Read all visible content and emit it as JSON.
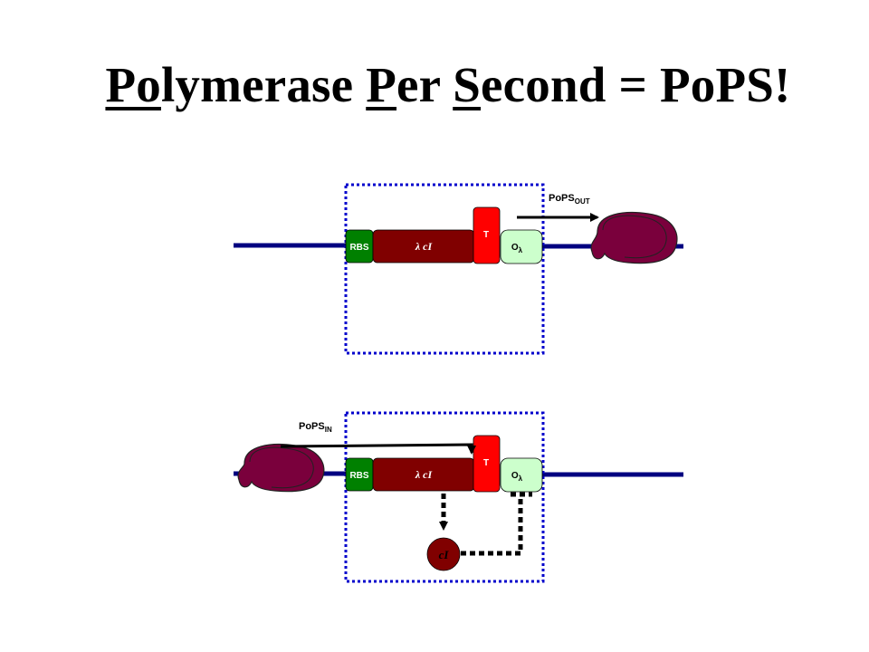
{
  "title": {
    "part1": "Po",
    "part2": "lymerase ",
    "part3": "P",
    "part4": "er ",
    "part5": "S",
    "part6": "econd = PoPS!"
  },
  "top_device": {
    "rbs_label": "RBS",
    "gene_label": "λ cI",
    "terminator_label": "T",
    "operator_label": "O",
    "operator_sub": "λ",
    "pops_label": "PoPS",
    "pops_sub": "OUT"
  },
  "bottom_device": {
    "rbs_label": "RBS",
    "gene_label": "λ cI",
    "terminator_label": "T",
    "operator_label": "O",
    "operator_sub": "λ",
    "pops_label": "PoPS",
    "pops_sub": "IN",
    "protein_label": "cI"
  },
  "colors": {
    "dna": "#000080",
    "rbs": "#008000",
    "gene": "#800000",
    "terminator": "#ff0000",
    "operator": "#ccffcc",
    "polymerase": "#7a003c",
    "box_border": "#0000cc"
  }
}
